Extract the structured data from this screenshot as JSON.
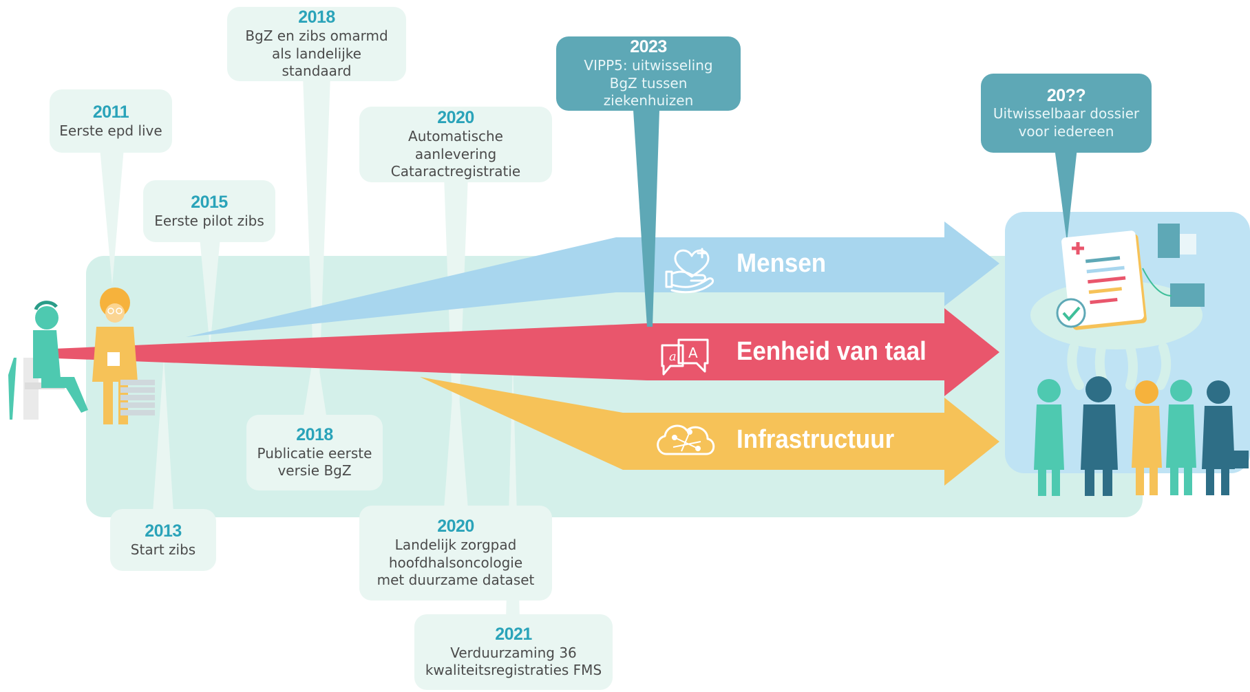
{
  "milestones": {
    "m2011": {
      "year": "2011",
      "text": "Eerste epd live"
    },
    "m2015": {
      "year": "2015",
      "text": "Eerste pilot zibs"
    },
    "m2018a": {
      "year": "2018",
      "text": "BgZ en zibs omarmd als landelijke standaard"
    },
    "m2020a": {
      "year": "2020",
      "text": "Automatische aanlevering Cataractregistratie"
    },
    "m2023": {
      "year": "2023",
      "text": "VIPP5: uitwisseling BgZ tussen ziekenhuizen"
    },
    "m20xx": {
      "year": "20??",
      "text": "Uitwisselbaar dossier voor iedereen"
    },
    "m2013": {
      "year": "2013",
      "text": "Start zibs"
    },
    "m2018b": {
      "year": "2018",
      "text": "Publicatie eerste versie BgZ"
    },
    "m2020b": {
      "year": "2020",
      "text": "Landelijk zorgpad hoofdhalsoncologie met duurzame dataset"
    },
    "m2021": {
      "year": "2021",
      "text": "Verduurzaming 36 kwaliteitsregistraties FMS"
    }
  },
  "arrows": {
    "mensen": {
      "label": "Mensen",
      "icon": "caring-hand-heart-icon",
      "color": "#a8d6ee"
    },
    "taal": {
      "label": "Eenheid van taal",
      "icon": "speech-bubbles-icon",
      "color": "#e9566c"
    },
    "infra": {
      "label": "Infrastructuur",
      "icon": "cloud-network-icon",
      "color": "#f6c258"
    }
  },
  "colors": {
    "band": "#d4f0ea",
    "bubble_light": "#e9f6f2",
    "bubble_dark": "#5ea8b6",
    "year_text": "#2aa3b9",
    "panel": "#bfe3f4"
  }
}
